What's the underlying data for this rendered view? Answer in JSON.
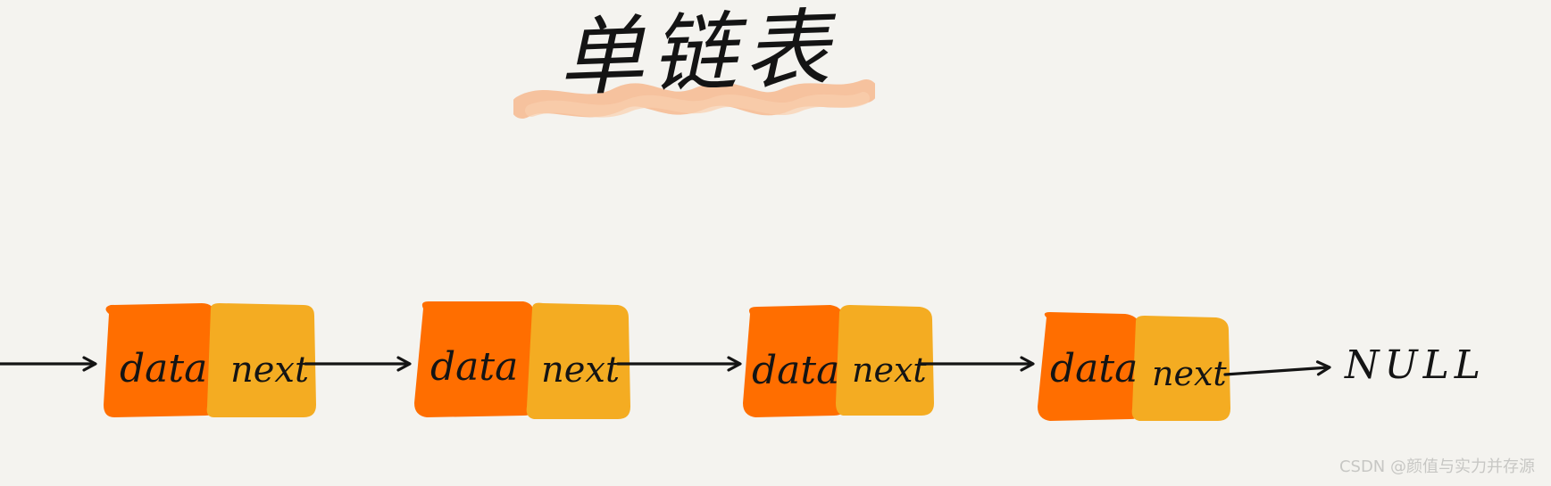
{
  "title": "单链表",
  "nodes": [
    {
      "data_label": "data",
      "next_label": "next"
    },
    {
      "data_label": "data",
      "next_label": "next"
    },
    {
      "data_label": "data",
      "next_label": "next"
    },
    {
      "data_label": "data",
      "next_label": "next"
    }
  ],
  "terminal_label": "NULL",
  "watermark": "CSDN @颜值与实力并存源",
  "colors": {
    "background": "#f4f3ef",
    "data_cell": "#ff6e00",
    "next_cell": "#f4ac22",
    "title_highlight": "#f6b98f",
    "ink": "#141414"
  }
}
